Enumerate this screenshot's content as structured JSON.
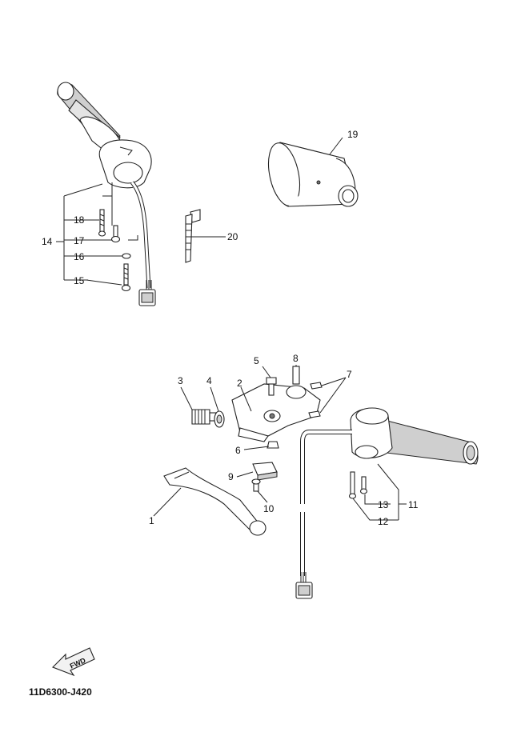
{
  "callouts": {
    "c1": "1",
    "c2": "2",
    "c3": "3",
    "c4": "4",
    "c5": "5",
    "c6": "6",
    "c7": "7",
    "c8": "8",
    "c9": "9",
    "c10": "10",
    "c11": "11",
    "c12": "12",
    "c13": "13",
    "c14": "14",
    "c15": "15",
    "c16": "16",
    "c17": "17",
    "c18": "18",
    "c19": "19",
    "c20": "20"
  },
  "fwd_label": "FWD",
  "diagram_code": "11D6300-J420",
  "colors": {
    "line": "#222222",
    "shade": "#cfcfcf",
    "background": "#ffffff"
  }
}
